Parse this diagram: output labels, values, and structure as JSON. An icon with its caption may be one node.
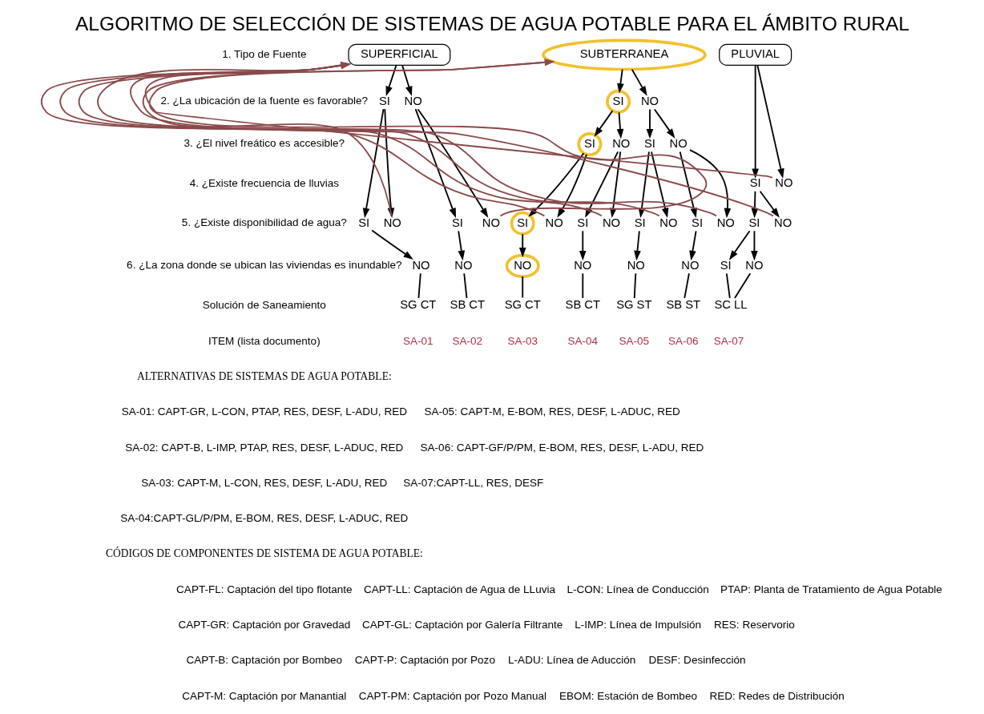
{
  "diagram": {
    "title": "ALGORITMO DE SELECCIÓN DE SISTEMAS DE AGUA POTABLE PARA EL ÁMBITO RURAL",
    "nodes": [
      {
        "text": [
          "SUPERFICIAL"
        ]
      },
      {
        "text": [
          "SUBTERRANEA"
        ]
      },
      {
        "text": [
          "PLUVIAL"
        ]
      },
      {
        "text": [
          "SI"
        ]
      },
      {
        "text": [
          "NO"
        ]
      },
      {
        "text": [
          "SI"
        ]
      },
      {
        "text": [
          "NO"
        ]
      },
      {
        "text": [
          "SI"
        ]
      },
      {
        "text": [
          "NO"
        ]
      },
      {
        "text": [
          "SI"
        ]
      },
      {
        "text": [
          "NO"
        ]
      },
      {
        "text": [
          "SI"
        ]
      },
      {
        "text": [
          "NO"
        ]
      },
      {
        "text": [
          "SI"
        ]
      },
      {
        "text": [
          "NO"
        ]
      },
      {
        "text": [
          "SI"
        ]
      },
      {
        "text": [
          "NO"
        ]
      },
      {
        "text": [
          "SI"
        ]
      },
      {
        "text": [
          "NO"
        ]
      },
      {
        "text": [
          "SI"
        ]
      },
      {
        "text": [
          "NO"
        ]
      },
      {
        "text": [
          "SI"
        ]
      },
      {
        "text": [
          "NO"
        ]
      },
      {
        "text": [
          "SI"
        ]
      },
      {
        "text": [
          "NO"
        ]
      },
      {
        "text": [
          "SI"
        ]
      },
      {
        "text": [
          "NO"
        ]
      },
      {
        "text": [
          "NO"
        ]
      },
      {
        "text": [
          "NO"
        ]
      },
      {
        "text": [
          "NO"
        ]
      },
      {
        "text": [
          "NO"
        ]
      },
      {
        "text": [
          "NO"
        ]
      },
      {
        "text": [
          "NO"
        ]
      },
      {
        "text": [
          "SI"
        ]
      },
      {
        "text": [
          "NO"
        ]
      },
      {
        "text": [
          "SG CT"
        ],
        "beside": [
          "SA-01"
        ]
      },
      {
        "text": [
          "SB CT"
        ],
        "beside": [
          "SA-02"
        ]
      },
      {
        "text": [
          "SG CT"
        ],
        "beside": [
          "SA-03"
        ]
      },
      {
        "text": [
          "SB CT"
        ],
        "beside": [
          "SA-04"
        ]
      },
      {
        "text": [
          "SG ST"
        ],
        "beside": [
          "SA-05"
        ]
      },
      {
        "text": [
          "SB ST"
        ],
        "beside": [
          "SA-06"
        ]
      },
      {
        "text": [
          "SC LL"
        ],
        "beside": [
          "SA-07"
        ]
      }
    ],
    "edges": [
      {
        "from": 0,
        "to": 3,
        "arrow": "to"
      },
      {
        "from": 0,
        "to": 4,
        "arrow": "to"
      },
      {
        "from": 1,
        "to": 5,
        "arrow": "to"
      },
      {
        "from": 1,
        "to": 6,
        "arrow": "to"
      },
      {
        "from": 2,
        "to": 11,
        "arrow": "to"
      },
      {
        "from": 2,
        "to": 12,
        "arrow": "to"
      },
      {
        "from": 5,
        "to": 7,
        "arrow": "to"
      },
      {
        "from": 5,
        "to": 8,
        "arrow": "to"
      },
      {
        "from": 6,
        "to": 9,
        "arrow": "to"
      },
      {
        "from": 6,
        "to": 10,
        "arrow": "to"
      },
      {
        "from": 3,
        "to": 13,
        "arrow": "to"
      },
      {
        "from": 3,
        "to": 14,
        "arrow": "to"
      },
      {
        "from": 4,
        "to": 15,
        "arrow": "to"
      },
      {
        "from": 4,
        "to": 16,
        "arrow": "to"
      },
      {
        "from": 7,
        "to": 17,
        "arrow": "to"
      },
      {
        "from": 7,
        "to": 18,
        "arrow": "to"
      },
      {
        "from": 8,
        "to": 19,
        "arrow": "to"
      },
      {
        "from": 8,
        "to": 20,
        "arrow": "to"
      },
      {
        "from": 9,
        "to": 21,
        "arrow": "to"
      },
      {
        "from": 9,
        "to": 22,
        "arrow": "to"
      },
      {
        "from": 10,
        "to": 23,
        "arrow": "to"
      },
      {
        "from": 10,
        "to": 24,
        "arrow": "to"
      },
      {
        "from": 11,
        "to": 25,
        "arrow": "to"
      },
      {
        "from": 11,
        "to": 26,
        "arrow": "to"
      },
      {
        "from": 13,
        "to": 27,
        "arrow": "to"
      },
      {
        "from": 15,
        "to": 28,
        "arrow": "to"
      },
      {
        "from": 17,
        "to": 29,
        "arrow": "to"
      },
      {
        "from": 19,
        "to": 30,
        "arrow": "to"
      },
      {
        "from": 21,
        "to": 31,
        "arrow": "to"
      },
      {
        "from": 23,
        "to": 32,
        "arrow": "to"
      },
      {
        "from": 25,
        "to": 33,
        "arrow": "to"
      },
      {
        "from": 25,
        "to": 34,
        "arrow": "to"
      },
      {
        "from": 27,
        "to": 35,
        "arrow": "none"
      },
      {
        "from": 28,
        "to": 36,
        "arrow": "none"
      },
      {
        "from": 29,
        "to": 37,
        "arrow": "none"
      },
      {
        "from": 30,
        "to": 38,
        "arrow": "none"
      },
      {
        "from": 31,
        "to": 39,
        "arrow": "none"
      },
      {
        "from": 32,
        "to": 40,
        "arrow": "none"
      },
      {
        "from": 33,
        "to": 41,
        "arrow": "none"
      },
      {
        "from": 34,
        "to": 41,
        "arrow": "none"
      },
      {
        "from": 14,
        "to": 1,
        "arrow": "to",
        "color": "#8b4a4a"
      },
      {
        "from": 16,
        "to": 1,
        "arrow": "to",
        "color": "#8b4a4a"
      },
      {
        "from": 18,
        "to": 0,
        "arrow": "to",
        "color": "#8b4a4a"
      },
      {
        "from": 20,
        "to": 0,
        "arrow": "to",
        "color": "#8b4a4a"
      },
      {
        "from": 22,
        "to": 0,
        "arrow": "to",
        "color": "#8b4a4a"
      },
      {
        "from": 24,
        "to": 0,
        "arrow": "to",
        "color": "#8b4a4a"
      },
      {
        "from": 26,
        "to": 0,
        "arrow": "to",
        "color": "#8b4a4a"
      },
      {
        "from": 12,
        "to": 0,
        "arrow": "to",
        "color": "#8b4a4a"
      }
    ],
    "labels": [
      "1. Tipo de Fuente",
      "2. ¿La ubicación de la fuente es favorable?",
      "3. ¿El nivel freático es accesible?",
      "4. ¿Existe frecuencia de lluvias",
      "5. ¿Existe disponibilidad de agua?",
      "6. ¿La zona donde se ubican las viviendas es inundable?",
      "Solución de Saneamiento",
      "ITEM (lista documento)",
      "ALTERNATIVAS DE SISTEMAS DE AGUA POTABLE:",
      "SA-01: CAPT-GR, L-CON, PTAP, RES, DESF, L-ADU, RED",
      "SA-02: CAPT-B, L-IMP, PTAP, RES, DESF, L-ADUC, RED",
      "SA-03: CAPT-M, L-CON, RES, DESF, L-ADU, RED",
      "SA-04:CAPT-GL/P/PM, E-BOM, RES, DESF, L-ADUC, RED",
      "SA-05: CAPT-M, E-BOM, RES, DESF, L-ADUC, RED",
      "SA-06: CAPT-GF/P/PM, E-BOM, RES, DESF, L-ADU, RED",
      "SA-07:CAPT-LL, RES, DESF",
      "CÓDIGOS DE COMPONENTES DE SISTEMA DE AGUA POTABLE:",
      "CAPT-FL: Captación del tipo flotante",
      "CAPT-GR: Captación por Gravedad",
      "CAPT-B: Captación por Bombeo",
      "CAPT-M: Captación por Manantial",
      "CAPT-LL: Captación de Agua de LLuvia",
      "CAPT-GL: Captación por Galería Filtrante",
      "CAPT-P: Captación por Pozo",
      "CAPT-PM: Captación por Pozo Manual",
      "L-CON: Línea de Conducción",
      "L-IMP: Línea de Impulsión",
      "L-ADU: Línea de Aducción",
      "EBOM: Estación de Bombeo",
      "PTAP: Planta de Tratamiento de Agua Potable",
      "RES: Reservorio",
      "DESF: Desinfección",
      "RED: Redes de Distribución"
    ]
  }
}
